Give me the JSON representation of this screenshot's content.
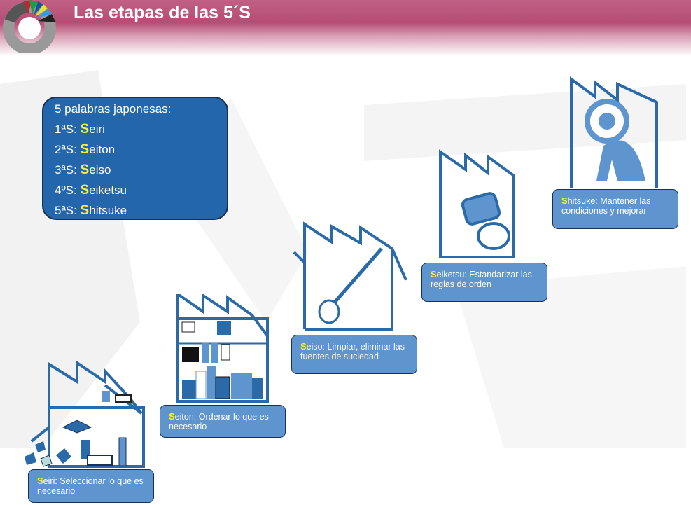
{
  "header": {
    "title": "Las etapas de las 5´S"
  },
  "info": {
    "heading": "5 palabras japonesas:",
    "items": [
      {
        "prefix": "1ªS: ",
        "initial": "S",
        "rest": "eiri"
      },
      {
        "prefix": "2ªS: ",
        "initial": "S",
        "rest": "eiton"
      },
      {
        "prefix": "3ªS: ",
        "initial": "S",
        "rest": "eiso"
      },
      {
        "prefix": "4ºS: ",
        "initial": "S",
        "rest": "eiketsu"
      },
      {
        "prefix": "5ªS: ",
        "initial": "S",
        "rest": "hitsuke"
      }
    ]
  },
  "stages": [
    {
      "initial": "S",
      "name": "eiri",
      "desc": ": Seleccionar lo que es necesario"
    },
    {
      "initial": "S",
      "name": "eiton",
      "desc": ": Ordenar lo que es necesario"
    },
    {
      "initial": "S",
      "name": "eiso",
      "desc": ": Limpiar, eliminar las fuentes de suciedad"
    },
    {
      "initial": "S",
      "name": "eiketsu",
      "desc": ": Estandarizar las reglas de orden"
    },
    {
      "initial": "S",
      "name": "hitsuke",
      "desc": ": Mantener las condiciones y mejorar"
    }
  ],
  "colors": {
    "box": "#2466ab",
    "caption": "#5e95cf",
    "highlight": "#f5f03a",
    "line": "#2a6aa8"
  }
}
